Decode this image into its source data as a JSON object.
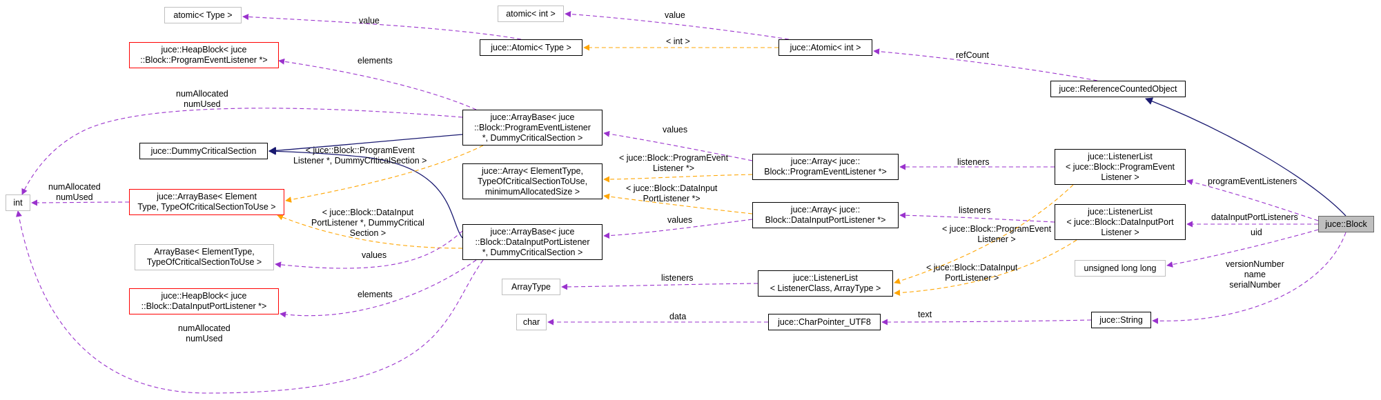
{
  "nodes": {
    "atomic_type": [
      "atomic< Type >"
    ],
    "atomic_int": [
      "atomic< int >"
    ],
    "heapblock_pel": [
      "juce::HeapBlock< juce",
      "::Block::ProgramEventListener *>"
    ],
    "atomic_T": [
      "juce::Atomic< Type >"
    ],
    "atomic_intT": [
      "juce::Atomic< int >"
    ],
    "refcounted": [
      "juce::ReferenceCountedObject"
    ],
    "arraybase_pel": [
      "juce::ArrayBase< juce",
      "::Block::ProgramEventListener",
      " *, DummyCriticalSection >"
    ],
    "dummycs": [
      "juce::DummyCriticalSection"
    ],
    "array_generic": [
      "juce::Array< ElementType,",
      "TypeOfCriticalSectionToUse,",
      "minimumAllocatedSize >"
    ],
    "array_pel": [
      "juce::Array< juce::",
      "Block::ProgramEventListener *>"
    ],
    "ll_pel": [
      "juce::ListenerList",
      "< juce::Block::ProgramEvent",
      "Listener >"
    ],
    "int": [
      "int"
    ],
    "arraybase_generic": [
      "juce::ArrayBase< Element",
      "Type, TypeOfCriticalSectionToUse >"
    ],
    "array_dipl": [
      "juce::Array< juce::",
      "Block::DataInputPortListener *>"
    ],
    "ll_dipl": [
      "juce::ListenerList",
      "< juce::Block::DataInputPort",
      "Listener >"
    ],
    "block": [
      "juce::Block"
    ],
    "arraybase_ext": [
      "ArrayBase< ElementType,",
      "TypeOfCriticalSectionToUse >"
    ],
    "arraybase_dipl": [
      "juce::ArrayBase< juce",
      "::Block::DataInputPortListener",
      " *, DummyCriticalSection >"
    ],
    "ulonglong": [
      "unsigned long long"
    ],
    "arraytype": [
      "ArrayType"
    ],
    "ll_generic": [
      "juce::ListenerList",
      "< ListenerClass, ArrayType >"
    ],
    "heapblock_dipl": [
      "juce::HeapBlock< juce",
      "::Block::DataInputPortListener *>"
    ],
    "char": [
      "char"
    ],
    "charptr": [
      "juce::CharPointer_UTF8"
    ],
    "string": [
      "juce::String"
    ]
  },
  "edge_labels": {
    "value1": [
      "value"
    ],
    "value2": [
      "value"
    ],
    "int_tpl": [
      "< int >"
    ],
    "refcount": [
      "refCount"
    ],
    "elements1": [
      "elements"
    ],
    "numalloc1": [
      "numAllocated",
      "numUsed"
    ],
    "values1": [
      "values"
    ],
    "pel_tpl1": [
      "< juce::Block::ProgramEvent",
      "Listener *, DummyCriticalSection >"
    ],
    "pel_tpl2": [
      "< juce::Block::ProgramEvent",
      "Listener *>"
    ],
    "listeners1": [
      "listeners"
    ],
    "numalloc2": [
      "numAllocated",
      "numUsed"
    ],
    "dipl_tpl1": [
      "< juce::Block::DataInput",
      "PortListener *>"
    ],
    "program_el": [
      "programEventListeners"
    ],
    "values2": [
      "values"
    ],
    "listeners2": [
      "listeners"
    ],
    "dipl_tpl2": [
      "< juce::Block::DataInput",
      "PortListener *, DummyCritical",
      "Section >"
    ],
    "data_ipl": [
      "dataInputPortListeners"
    ],
    "values3": [
      "values"
    ],
    "pel_tpl3": [
      "< juce::Block::ProgramEvent",
      "Listener >"
    ],
    "uid": [
      "uid"
    ],
    "listeners3": [
      "listeners"
    ],
    "dipl_tpl3": [
      "< juce::Block::DataInput",
      "PortListener >"
    ],
    "vns": [
      "versionNumber",
      "name",
      "serialNumber"
    ],
    "elements2": [
      "elements"
    ],
    "data": [
      "data"
    ],
    "text": [
      "text"
    ],
    "numalloc3": [
      "numAllocated",
      "numUsed"
    ]
  },
  "colors": {
    "composition": "#9a32cd",
    "template": "#ffa500",
    "inheritance": "#191970",
    "external_border": "#bfbfbf",
    "red_border": "#ff0000",
    "root_fill": "#bfbfbf"
  }
}
